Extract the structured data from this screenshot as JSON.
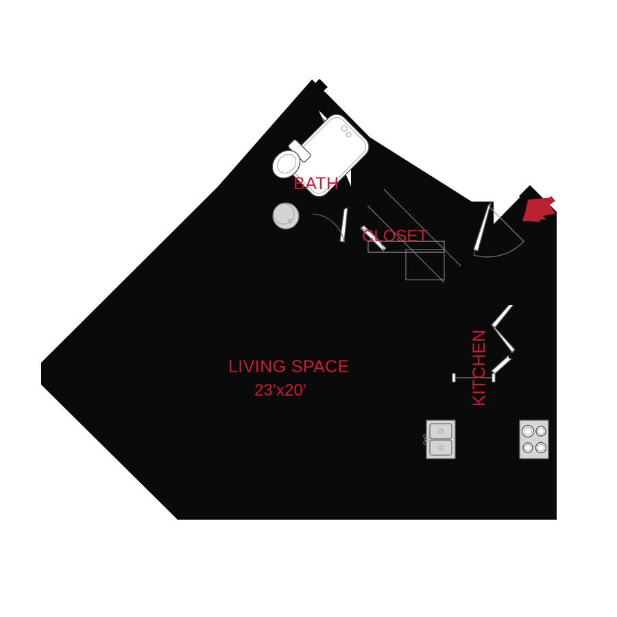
{
  "plan": {
    "title": "Apartment Floor Plan",
    "colors": {
      "wall": "#0a0a0a",
      "room_fill": "#808080",
      "label_red": "#CC1B34",
      "arrow_red": "#BA2234",
      "background": "#ffffff"
    }
  },
  "rooms": [
    {
      "key": "bath",
      "label": "BATH",
      "dimensions": ""
    },
    {
      "key": "closet",
      "label": "CLOSET",
      "dimensions": ""
    },
    {
      "key": "living",
      "label": "LIVING SPACE",
      "dimensions": "23’x20’"
    },
    {
      "key": "kitchen",
      "label": "KITCHEN",
      "dimensions": ""
    }
  ],
  "fixtures": [
    {
      "key": "bathtub",
      "name": "bathtub-fixture"
    },
    {
      "key": "toilet",
      "name": "toilet-fixture"
    },
    {
      "key": "bath-sink",
      "name": "bathroom-sink-fixture"
    },
    {
      "key": "kitchen-sink",
      "name": "kitchen-sink-fixture"
    },
    {
      "key": "cooktop",
      "name": "cooktop-fixture"
    }
  ],
  "doors": [
    {
      "key": "entry",
      "name": "entry-door"
    },
    {
      "key": "bath",
      "name": "bath-door"
    },
    {
      "key": "closet-bifold",
      "name": "closet-bifold-door"
    }
  ],
  "annotations": {
    "entry_arrow": "entry-arrow"
  }
}
